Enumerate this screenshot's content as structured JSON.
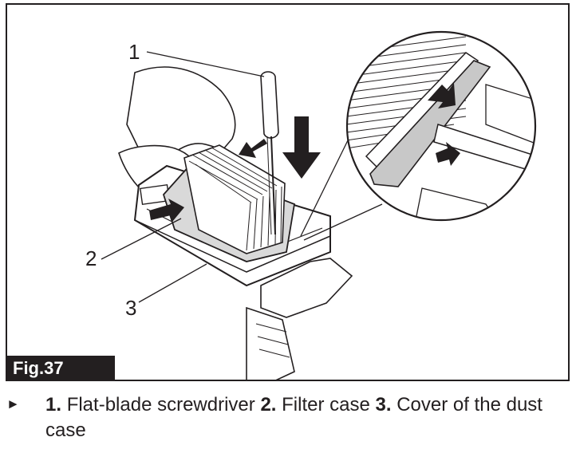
{
  "figure": {
    "tag": "Fig.37",
    "callouts": [
      "1",
      "2",
      "3"
    ]
  },
  "legend": {
    "bullet": "►",
    "items": [
      {
        "num": "1.",
        "label": "Flat-blade screwdriver"
      },
      {
        "num": "2.",
        "label": "Filter case"
      },
      {
        "num": "3.",
        "label": "Cover of the dust case"
      }
    ]
  }
}
